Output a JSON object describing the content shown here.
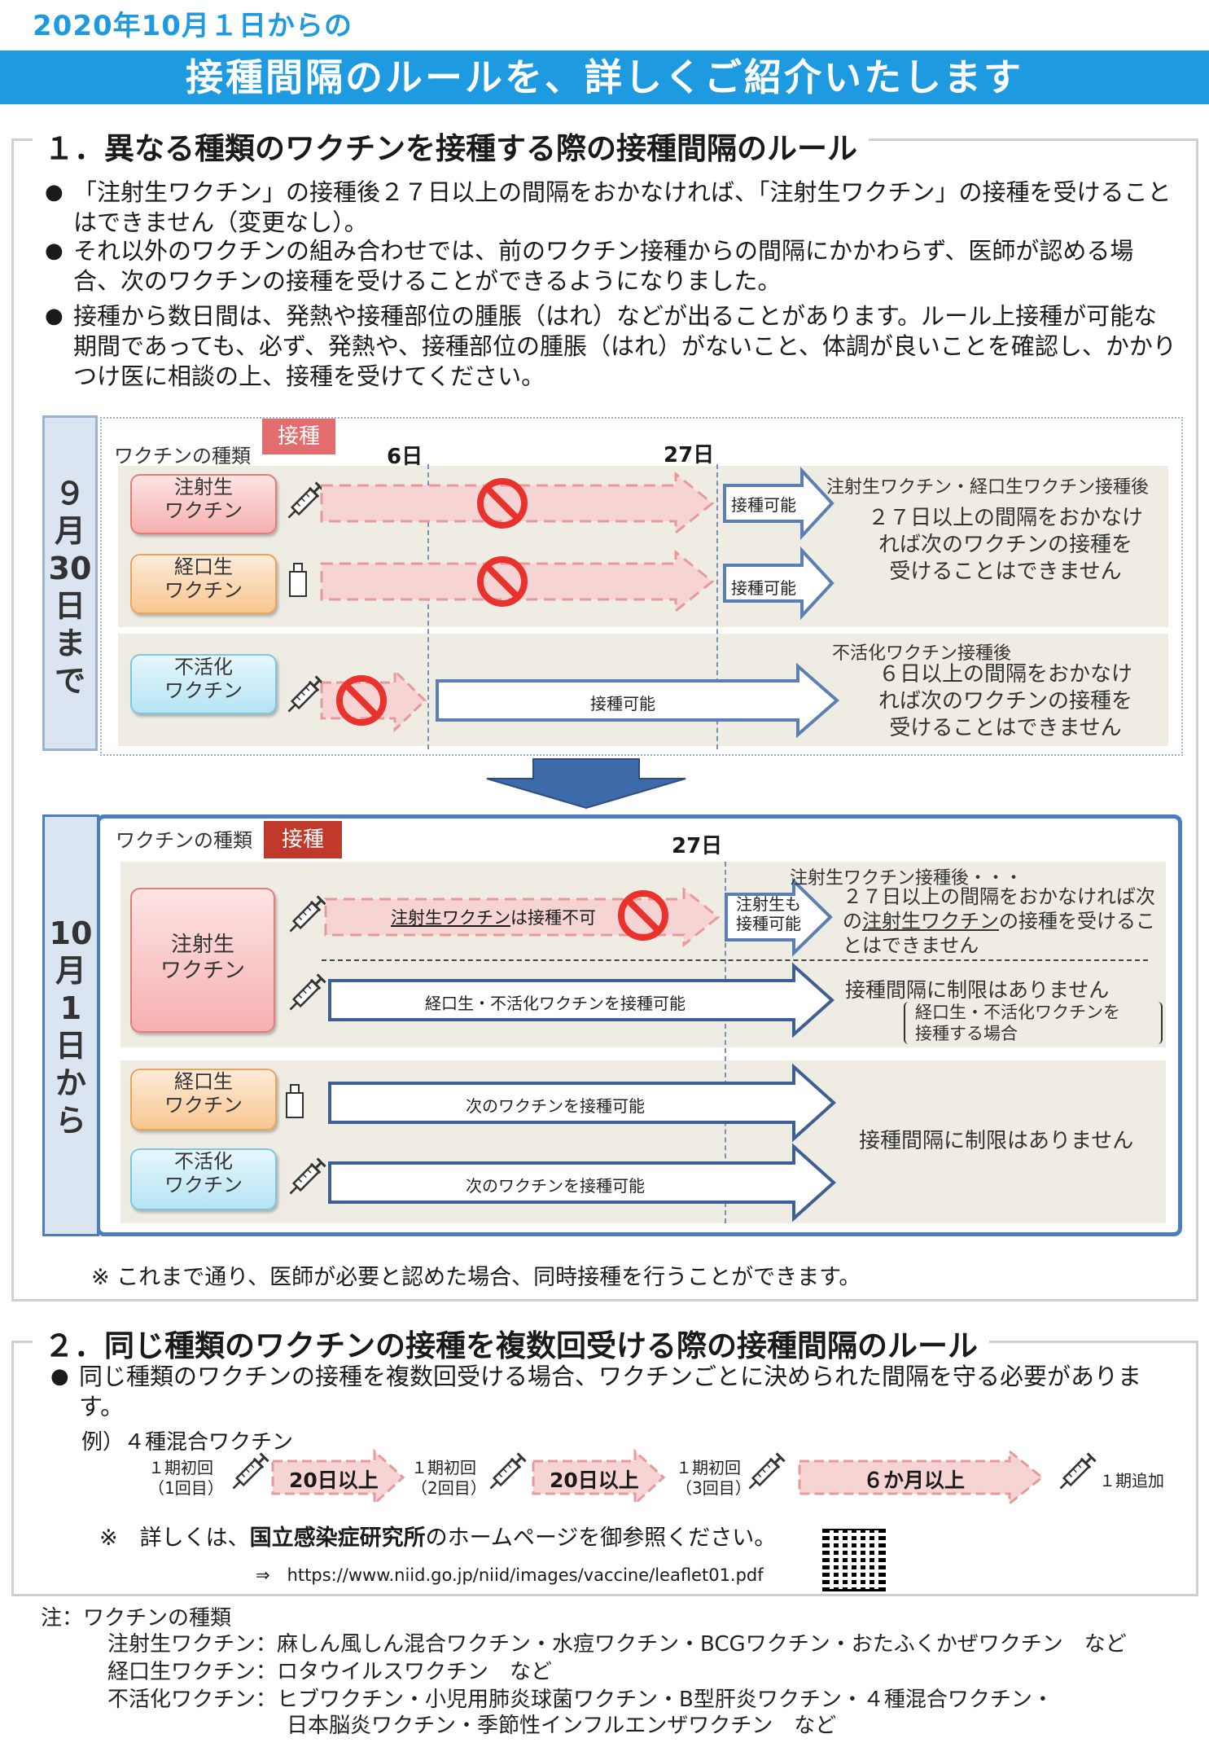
{
  "header": {
    "date_line": "2020年10月１日からの",
    "banner": "接種間隔のルールを、詳しくご紹介いたします"
  },
  "section1": {
    "title": "１．異なる種類のワクチンを接種する際の接種間隔のルール",
    "bullets": [
      "「注射生ワクチン」の接種後２７日以上の間隔をおかなければ、「注射生ワクチン」の接種を受けることはできません（変更なし）。",
      "それ以外のワクチンの組み合わせでは、前のワクチン接種からの間隔にかかわらず、医師が認める場合、次のワクチンの接種を受けることができるようになりました。",
      "接種から数日間は、発熱や接種部位の腫脹（はれ）などが出ることがあります。ルール上接種が可能な期間であっても、必ず、発熱や、接種部位の腫脹（はれ）がないこと、体調が良いことを確認し、かかりつけ医に相談の上、接種を受けてください。"
    ],
    "before": {
      "period": [
        "９",
        "月",
        "30",
        "日",
        "ま",
        "で"
      ],
      "type_label": "ワクチンの種類",
      "tag": "接種",
      "day6": "6日",
      "day27": "27日",
      "vaccines": {
        "inj": [
          "注射生",
          "ワクチン"
        ],
        "oral": [
          "経口生",
          "ワクチン"
        ],
        "inac": [
          "不活化",
          "ワクチン"
        ]
      },
      "possible": "接種可能",
      "note_live_head": "注射生ワクチン・経口生ワクチン接種後",
      "note_live_body": [
        "２７日以上の間隔をおかなけ",
        "れば次のワクチンの接種を",
        "受けることはできません"
      ],
      "note_inac_head": "不活化ワクチン接種後",
      "note_inac_body": [
        "６日以上の間隔をおかなけ",
        "れば次のワクチンの接種を",
        "受けることはできません"
      ]
    },
    "after": {
      "period": [
        "10",
        "月",
        "1",
        "日",
        "か",
        "ら"
      ],
      "type_label": "ワクチンの種類",
      "tag": "接種",
      "day27": "27日",
      "vaccines": {
        "inj": [
          "注射生",
          "ワクチン"
        ],
        "oral": [
          "経口生",
          "ワクチン"
        ],
        "inac": [
          "不活化",
          "ワクチン"
        ]
      },
      "inj_not_allowed_u": "注射生ワクチン",
      "inj_not_allowed": "は接種不可",
      "inj_ok": [
        "注射生も",
        "接種可能"
      ],
      "note_head": "注射生ワクチン接種後・・・",
      "note_l1": "２７日以上の間隔をおかなければ次",
      "note_l2a": "の",
      "note_l2u": "注射生ワクチン",
      "note_l2b": "の接種を受けるこ",
      "note_l3": "とはできません",
      "oral_inac_ok": "経口生・不活化ワクチンを接種可能",
      "no_limit": "接種間隔に制限はありません",
      "bracket_l1": "経口生・不活化ワクチンを",
      "bracket_l2": "接種する場合",
      "next_ok": "次のワクチンを接種可能",
      "no_limit2": "接種間隔に制限はありません"
    },
    "footnote": "※ これまで通り、医師が必要と認めた場合、同時接種を行うことができます。"
  },
  "section2": {
    "title": "２．同じ種類のワクチンの接種を複数回受ける際の接種間隔のルール",
    "bullet": "同じ種類のワクチンの接種を複数回受ける場合、ワクチンごとに決められた間隔を守る必要があります。",
    "example": "例）４種混合ワクチン",
    "steps": [
      [
        "１期初回",
        "（1回目）"
      ],
      [
        "１期初回",
        "（2回目）"
      ],
      [
        "１期初回",
        "（3回目）"
      ]
    ],
    "intervals": [
      "20日以上",
      "20日以上",
      "６か月以上"
    ],
    "last_step": "１期追加",
    "ref_prefix": "※　詳しくは、",
    "ref_bold": "国立感染症研究所",
    "ref_suffix": "のホームページを御参照ください。",
    "url_arrow": "⇒",
    "url": "https://www.niid.go.jp/niid/images/vaccine/leaflet01.pdf"
  },
  "footer": {
    "title": "注：ワクチンの種類",
    "rows": [
      {
        "k": "注射生ワクチン：",
        "v": "麻しん風しん混合ワクチン・水痘ワクチン・BCGワクチン・おたふくかぜワクチン　など"
      },
      {
        "k": "経口生ワクチン：",
        "v": "ロタウイルスワクチン　など"
      },
      {
        "k": "不活化ワクチン：",
        "v": "ヒブワクチン・小児用肺炎球菌ワクチン・B型肝炎ワクチン・４種混合ワクチン・"
      },
      {
        "k": "",
        "v": "日本脳炎ワクチン・季節性インフルエンザワクチン　など"
      }
    ]
  },
  "colors": {
    "accent": "#1e9be0",
    "panel": "#efece4",
    "ban": "#e8322b",
    "arrow": "#5b7fb3"
  }
}
